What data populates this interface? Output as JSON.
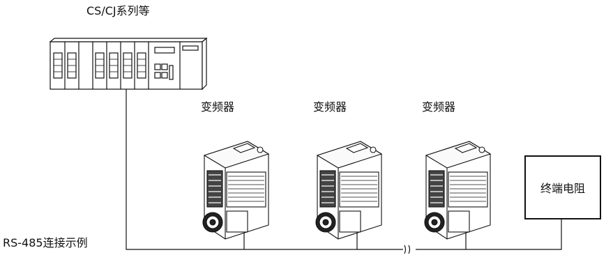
{
  "plc_label": "CS/CJ系列等",
  "inverters": [
    {
      "label": "变频器"
    },
    {
      "label": "变频器"
    },
    {
      "label": "变频器"
    }
  ],
  "terminator_label": "终端电阻",
  "example_label": "RS-485连接示例",
  "break_mark": "≀≀"
}
